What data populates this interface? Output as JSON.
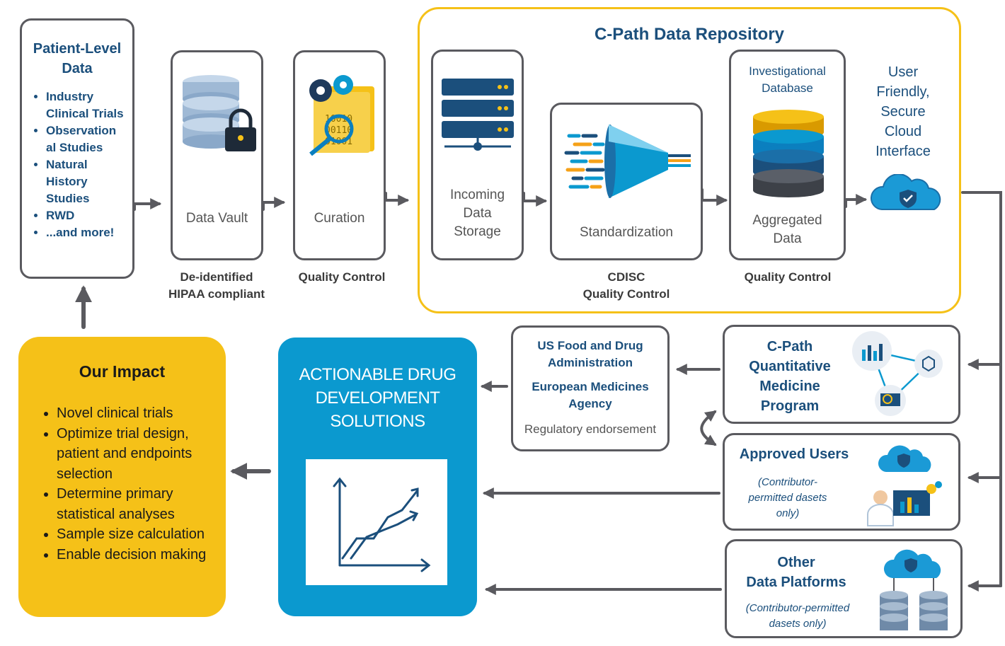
{
  "patient": {
    "title": "Patient-Level Data",
    "items": [
      "Industry Clinical Trials",
      "Observation al Studies",
      "Natural History Studies",
      "RWD",
      "...and more!"
    ]
  },
  "vault": {
    "label": "Data Vault",
    "caption_1": "De-identified",
    "caption_2": "HIPAA compliant"
  },
  "curation": {
    "label": "Curation",
    "caption": "Quality Control"
  },
  "repository": {
    "title": "C-Path Data Repository",
    "incoming": "Incoming Data Storage",
    "standardization": "Standardization",
    "std_caption_1": "CDISC",
    "std_caption_2": "Quality Control",
    "investigational": "Investigational Database",
    "aggregated": "Aggregated Data",
    "agg_caption": "Quality Control",
    "cloud_text": "User Friendly, Secure Cloud Interface"
  },
  "regulators": {
    "fda": "US Food and Drug Administration",
    "ema": "European Medicines Agency",
    "endorsement": "Regulatory endorsement"
  },
  "qmp": {
    "title": "C-Path Quantitative Medicine Program"
  },
  "approved": {
    "title": "Approved Users",
    "note": "(Contributor-permitted dasets only)"
  },
  "other": {
    "title_1": "Other",
    "title_2": "Data Platforms",
    "note": "(Contributor-permitted dasets only)"
  },
  "solutions": {
    "title": "ACTIONABLE DRUG DEVELOPMENT SOLUTIONS"
  },
  "impact": {
    "title": "Our Impact",
    "items": [
      "Novel clinical trials",
      "Optimize trial design, patient and endpoints selection",
      "Determine primary statistical analyses",
      "Sample size calculation",
      "Enable decision making"
    ]
  },
  "colors": {
    "navy": "#1b4f7c",
    "gold": "#f5c118",
    "blue": "#0b99cf",
    "gray": "#5a5a5f"
  }
}
